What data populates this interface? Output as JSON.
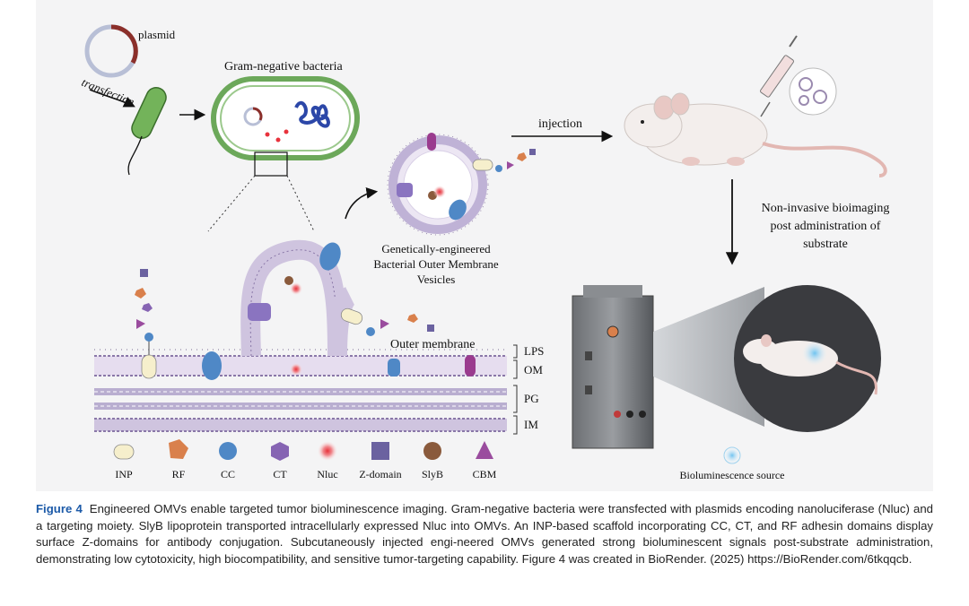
{
  "figure": {
    "labels": {
      "plasmid": "plasmid",
      "transfection": "transfection",
      "gram_negative": "Gram-negative bacteria",
      "injection": "injection",
      "vesicle_line1": "Genetically-engineered",
      "vesicle_line2": "Bacterial Outer Membrane",
      "vesicle_line3": "Vesicles",
      "imaging_line1": "Non-invasive bioimaging",
      "imaging_line2": "post administration of",
      "imaging_line3": "substrate",
      "outer_membrane": "Outer membrane",
      "layer_lps": "LPS",
      "layer_om": "OM",
      "layer_pg": "PG",
      "layer_im": "IM",
      "bioluminescence_source": "Bioluminescence source"
    },
    "legend": [
      {
        "label": "INP",
        "icon": "inp-capsule-icon",
        "color": "#f6efcc"
      },
      {
        "label": "RF",
        "icon": "rf-pentagon-icon",
        "color": "#d9804c"
      },
      {
        "label": "CC",
        "icon": "cc-circle-icon",
        "color": "#4f88c6"
      },
      {
        "label": "CT",
        "icon": "ct-hexagon-icon",
        "color": "#8664b3"
      },
      {
        "label": "Nluc",
        "icon": "nluc-glow-icon",
        "color": "#e8323c"
      },
      {
        "label": "Z-domain",
        "icon": "z-domain-square-icon",
        "color": "#6b62a0"
      },
      {
        "label": "SlyB",
        "icon": "slyb-circle-icon",
        "color": "#8a5a3c"
      },
      {
        "label": "CBM",
        "icon": "cbm-triangle-icon",
        "color": "#9a4c9e"
      }
    ]
  },
  "caption": {
    "figure_number": "Figure 4",
    "text": "Engineered OMVs enable targeted tumor bioluminescence imaging. Gram-negative bacteria were transfected with plasmids encoding nanoluciferase (Nluc) and a targeting moiety. SlyB lipoprotein transported intracellularly expressed Nluc into OMVs. An INP-based scaffold incorporating CC, CT, and RF adhesin domains display surface Z-domains for antibody conjugation. Subcutaneously injected engi-neered OMVs generated strong bioluminescent signals post-substrate administration, demonstrating low cytotoxicity, high biocompatibility, and sensitive tumor-targeting capability. Figure 4 was created in BioRender. (2025) https://BioRender.com/6tkqqcb."
  }
}
